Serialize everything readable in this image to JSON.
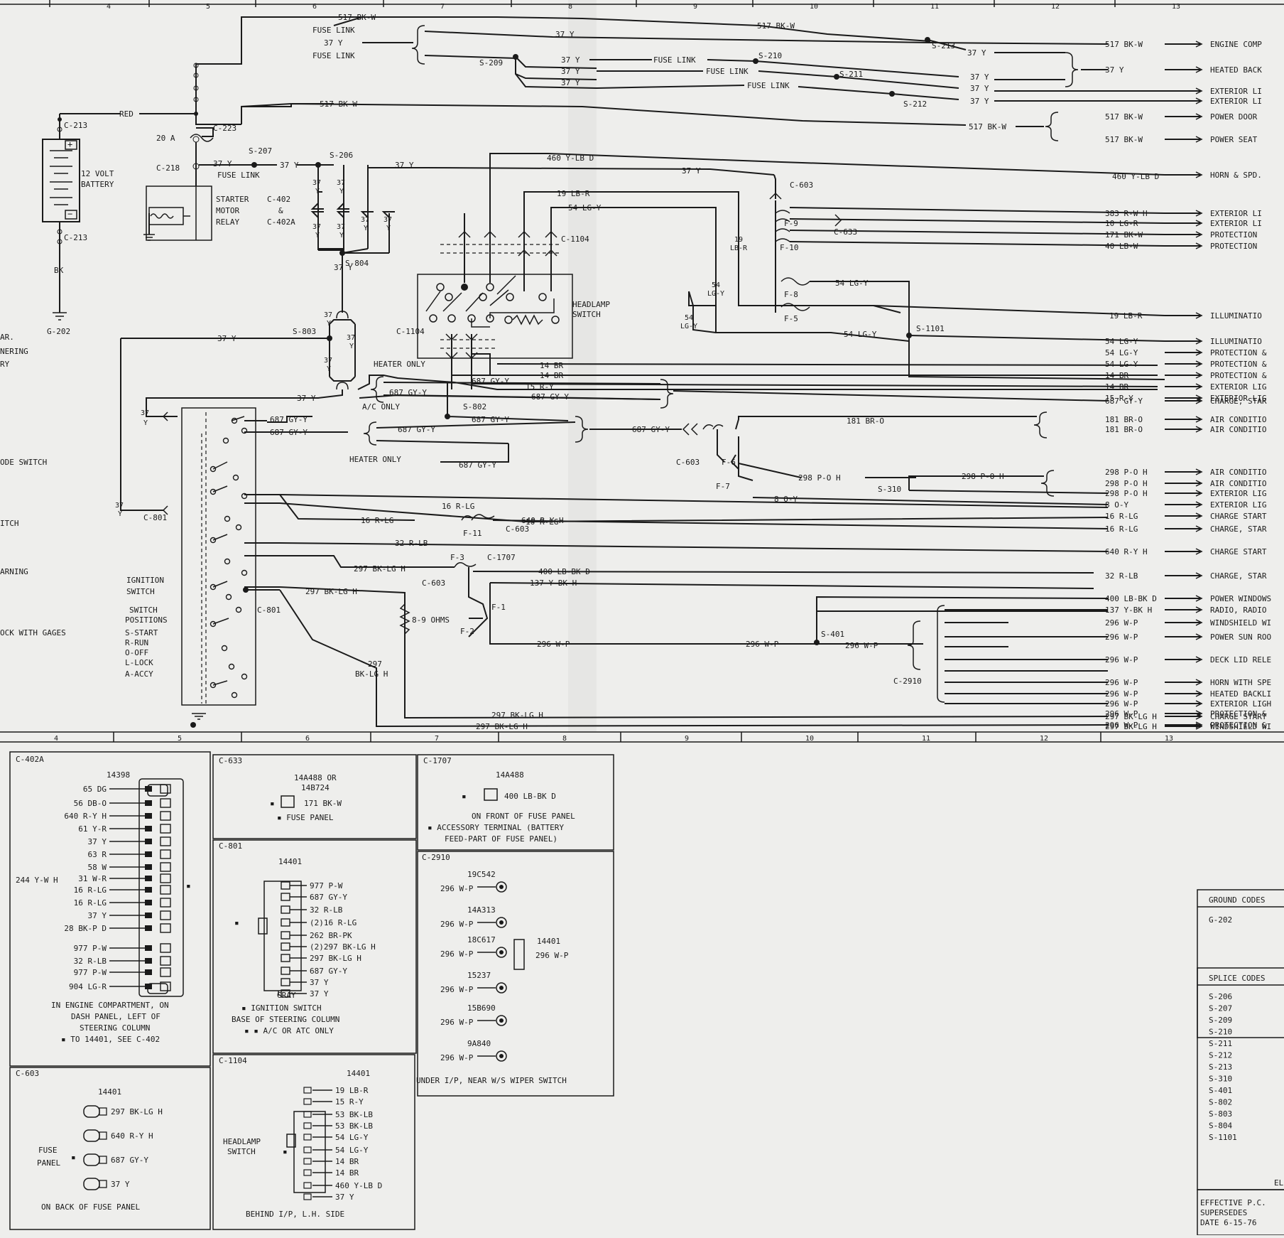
{
  "grid": {
    "top": [
      "4",
      "5",
      "6",
      "7",
      "8",
      "9",
      "10",
      "11",
      "12",
      "13"
    ],
    "bottom": [
      "4",
      "5",
      "6",
      "7",
      "8",
      "9",
      "10",
      "11",
      "12",
      "13"
    ]
  },
  "battery": {
    "label": "12 VOLT\nBATTERY",
    "connector_top": "C-213",
    "connector_bottom": "C-213",
    "ground_wire": "BK",
    "ground_code": "G-202",
    "red": "RED"
  },
  "left_partial": [
    "AR.",
    "NERING",
    "RY",
    "ODE SWITCH",
    "ITCH",
    "ARNING",
    "OCK WITH GAGES"
  ],
  "labels": {
    "fuse_link": "FUSE LINK",
    "twenty_a": "20 A",
    "c223": "C-223",
    "c218": "C-218",
    "s207": "S-207",
    "s206": "S-206",
    "s209": "S-209",
    "s210": "S-210",
    "s211": "S-211",
    "s212": "S-212",
    "s213": "S-213",
    "s804": "S-804",
    "s803": "S-803",
    "s802": "S-802",
    "s310": "S-310",
    "s401": "S-401",
    "s1101": "S-1101",
    "starter": "STARTER\nMOTOR\nRELAY",
    "c402": "C-402\n&\nC-402A",
    "c1104": "C-1104",
    "c603": "C-603",
    "c633": "C-633",
    "c801": "C-801",
    "c1707": "C-1707",
    "c2910": "C-2910",
    "headlamp_switch": "HEADLAMP\nSWITCH",
    "heater_only": "HEATER ONLY",
    "ac_only": "A/C ONLY",
    "ignition_switch": "IGNITION\nSWITCH",
    "switch_positions": "SWITCH\nPOSITIONS\nS-START\nR-RUN\nO-OFF\nL-LOCK\nA-ACCY",
    "ohms": "8-9 OHMS",
    "f": [
      "F-9",
      "F-10",
      "F-8",
      "F-5",
      "F-6",
      "F-7",
      "F-11",
      "F-3",
      "F-1",
      "F-2"
    ]
  },
  "wires": {
    "w517": "517 BK-W",
    "w37": "37 Y",
    "w460": "460 Y-LB D",
    "w19": "19 LB-R",
    "w54": "54 LG-Y",
    "w383": "383 R-W H",
    "w10": "10 LG-R",
    "w171": "171 BK-W",
    "w40": "40 LB-W",
    "w14": "14 BR",
    "w15": "15 R-Y",
    "w687": "687 GY-Y",
    "w181": "181 BR-O",
    "w298": "298 P-O H",
    "w8": "8 O-Y",
    "w16": "16 R-LG",
    "w640": "640 R-Y H",
    "w32": "32 R-LB",
    "w297": "297 BK-LG H",
    "w400": "400 LB-BK D",
    "w137": "137 Y-BK H",
    "w296": "296 W-P",
    "w297v": "297\nBK-LG H"
  },
  "destinations": [
    "ENGINE COMP",
    "HEATED BACK",
    "EXTERIOR LI",
    "EXTERIOR LI",
    "POWER DOOR",
    "POWER SEAT",
    "HORN & SPD.",
    "EXTERIOR LI",
    "EXTERIOR LI",
    "PROTECTION",
    "PROTECTION",
    "ILLUMINATIO",
    "ILLUMINATIO",
    "PROTECTION &",
    "PROTECTION &",
    "PROTECTION &",
    "EXTERIOR LIG",
    "EXTERIOR LIG",
    "CHARGE, STAR",
    "AIR CONDITIO",
    "AIR CONDITIO",
    "AIR CONDITIO",
    "AIR CONDITIO",
    "EXTERIOR LIG",
    "EXTERIOR LIG",
    "CHARGE START",
    "CHARGE, STAR",
    "CHARGE START",
    "CHARGE, STAR",
    "POWER WINDOWS",
    "RADIO, RADIO",
    "WINDSHIELD WI",
    "POWER SUN ROO",
    "DECK LID RELE",
    "HORN WITH SPE",
    "HEATED BACKLI",
    "EXTERIOR LIGH",
    "PROTECTION &",
    "PROTECTION &",
    "CHARGE START",
    "WINDSHIELD WI"
  ],
  "panels": {
    "c402a": {
      "title": "C-402A",
      "part": "14398",
      "pins": [
        "65 DG",
        "56 DB-O",
        "640 R-Y H",
        "61 Y-R",
        "37 Y",
        "63 R",
        "58 W",
        "31 W-R",
        "16 R-LG",
        "16 R-LG",
        "37 Y",
        "28 BK-P D",
        "977 P-W",
        "32 R-LB",
        "977 P-W",
        "904 LG-R"
      ],
      "extra": "244 Y-W H",
      "note": "IN ENGINE COMPARTMENT, ON\nDASH PANEL, LEFT OF\nSTEERING COLUMN\n▪ TO 14401, SEE C-402"
    },
    "c633": {
      "title": "C-633",
      "part": "14A488 OR\n14B724",
      "pin": "171 BK-W",
      "note": "▪ FUSE PANEL"
    },
    "c1707": {
      "title": "C-1707",
      "part": "14A488",
      "pin": "400 LB-BK D",
      "note": "ON FRONT OF FUSE PANEL\n▪ ACCESSORY TERMINAL (BATTERY\nFEED-PART OF FUSE PANEL)"
    },
    "c801": {
      "title": "C-801",
      "part": "14401",
      "pins": [
        "977 P-W",
        "687 GY-Y",
        "32 R-LB",
        "(2)16 R-LG",
        "262 BR-PK",
        "(2)297 BK-LG H",
        "297 BK-LG H",
        "687 GY-Y",
        "37 Y",
        "37 Y"
      ],
      "gray": "GRAY",
      "note": "▪ IGNITION SWITCH\nBASE OF STEERING COLUMN\n▪ ▪ A/C OR ATC ONLY"
    },
    "c2910": {
      "title": "C-2910",
      "items": [
        [
          "19C542",
          "296 W-P"
        ],
        [
          "14A313",
          "296 W-P"
        ],
        [
          "18C617",
          "296 W-P"
        ],
        [
          "15237",
          "296 W-P"
        ],
        [
          "15B690",
          "296 W-P"
        ],
        [
          "9A840",
          "296 W-P"
        ]
      ],
      "part2": "14401",
      "pin2": "296 W-P",
      "note": "UNDER I/P, NEAR W/S WIPER SWITCH"
    },
    "c603": {
      "title": "C-603",
      "part": "14401",
      "pins": [
        "297 BK-LG H",
        "640 R-Y H",
        "687 GY-Y",
        "37 Y"
      ],
      "fuse_panel": "FUSE\nPANEL",
      "note": "ON BACK OF FUSE PANEL"
    },
    "c1104": {
      "title": "C-1104",
      "part": "14401",
      "switch": "HEADLAMP\nSWITCH",
      "pins": [
        "19 LB-R",
        "15 R-Y",
        "53 BK-LB",
        "53 BK-LB",
        "54 LG-Y",
        "54 LG-Y",
        "14 BR",
        "14 BR",
        "460 Y-LB D",
        "37 Y"
      ],
      "note": "BEHIND I/P, L.H. SIDE"
    },
    "ground_codes": {
      "title": "GROUND CODES",
      "items": [
        "G-202"
      ]
    },
    "splice_codes": {
      "title": "SPLICE CODES",
      "items": [
        "S-206",
        "S-207",
        "S-209",
        "S-210",
        "S-211",
        "S-212",
        "S-213",
        "S-310",
        "S-401",
        "S-802",
        "S-803",
        "S-804",
        "S-1101"
      ]
    },
    "effective": {
      "el": "EL",
      "text": "EFFECTIVE P.C.\nSUPERSEDES\nDATE 6-15-76"
    }
  }
}
